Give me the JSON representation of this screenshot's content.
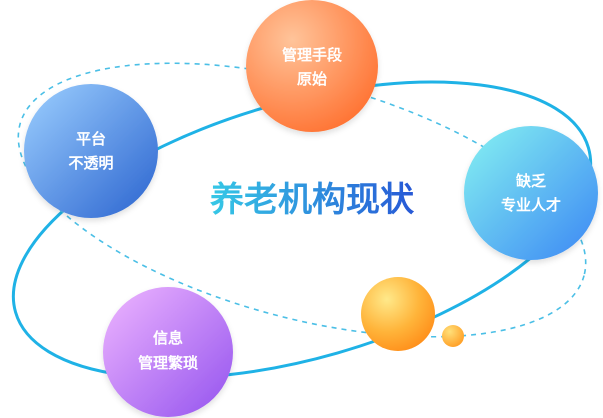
{
  "title": "养老机构现状",
  "nodes": [
    {
      "id": "mgmt",
      "lines": [
        "管理手段",
        "原始"
      ],
      "gradient": [
        "#ffb27a",
        "#ff7a3d"
      ]
    },
    {
      "id": "platform",
      "lines": [
        "平台",
        "不透明"
      ],
      "gradient": [
        "#8fc8ff",
        "#2e6fd6"
      ]
    },
    {
      "id": "talent",
      "lines": [
        "缺乏",
        "专业人才"
      ],
      "gradient": [
        "#7ff0f2",
        "#3a8ef6"
      ]
    },
    {
      "id": "info",
      "lines": [
        "信息",
        "管理繁琐"
      ],
      "gradient": [
        "#e9a8ff",
        "#9a5cf0"
      ]
    }
  ],
  "colors": {
    "orbit_solid": "#1fb2e6",
    "orbit_dashed": "#4bbfe6",
    "title_from": "#35c6e6",
    "title_to": "#2a5fd8",
    "orange_ball_from": "#ffe066",
    "orange_ball_to": "#ff9a1f"
  }
}
